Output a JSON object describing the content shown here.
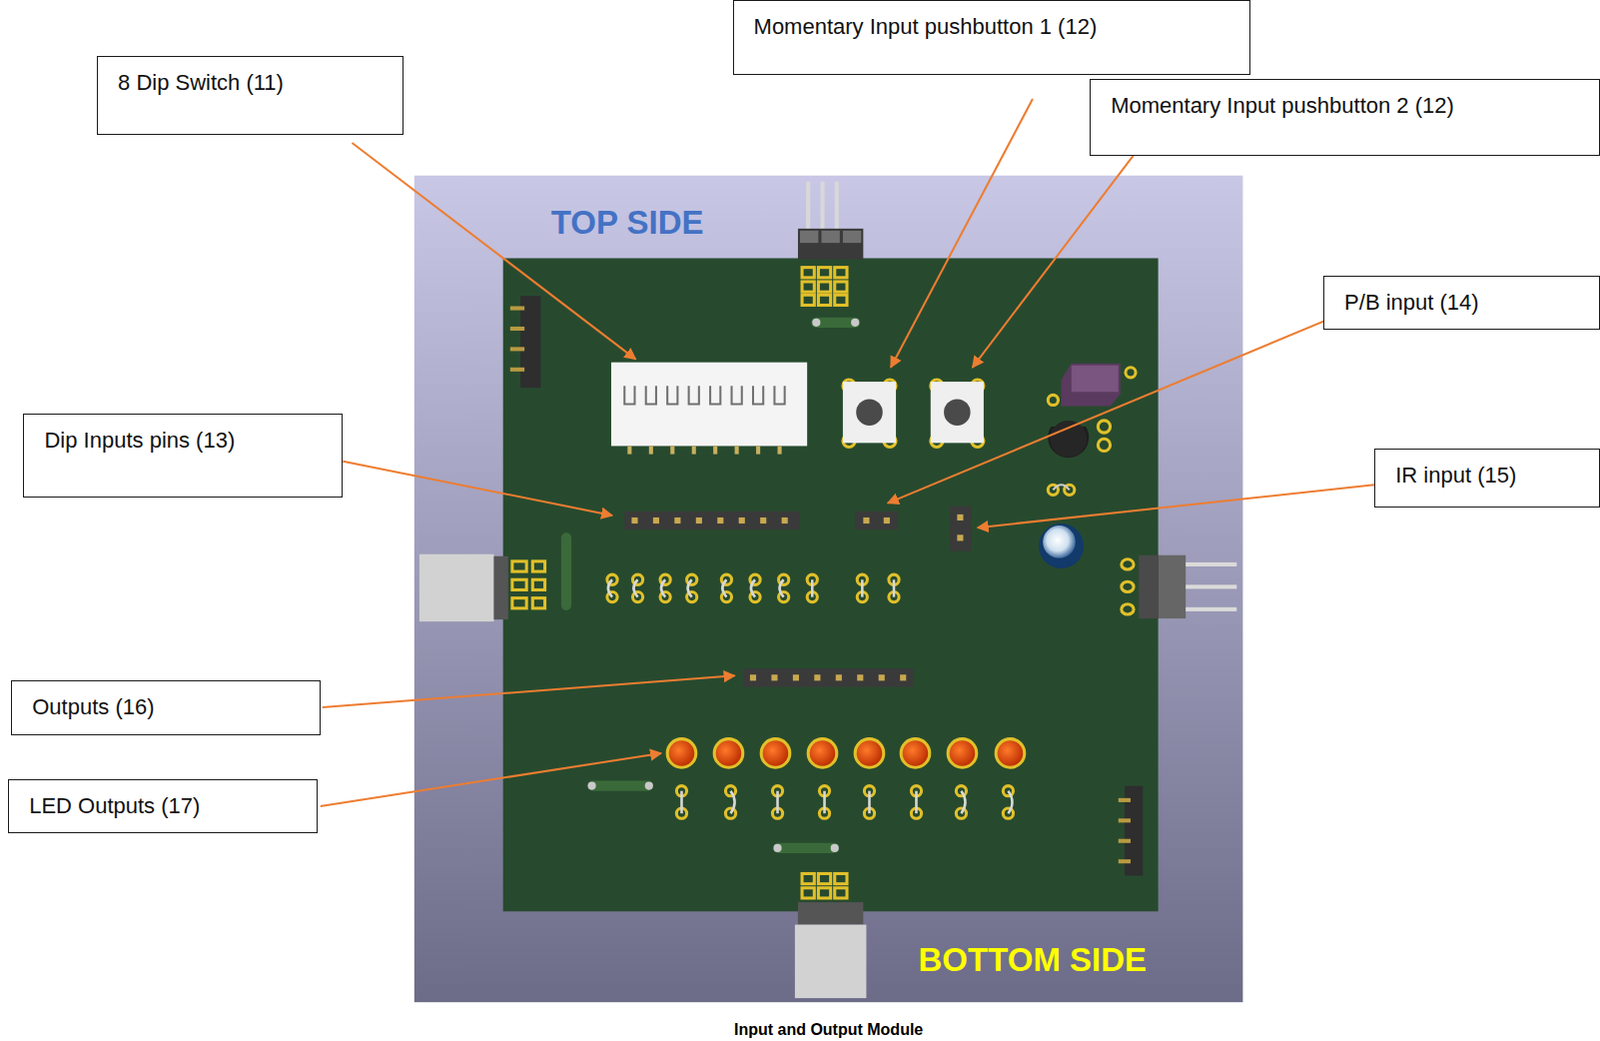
{
  "diagram": {
    "caption": "Input and Output Module",
    "nodes": [
      {
        "text": [
          "Momentary Input pushbutton 1 (12)"
        ]
      },
      {
        "text": [
          "8 Dip Switch (11)"
        ]
      },
      {
        "text": [
          "Momentary Input pushbutton 2 (12)"
        ]
      },
      {
        "text": [
          "P/B input (14)"
        ]
      },
      {
        "text": [
          "Dip Inputs pins (13)"
        ]
      },
      {
        "text": [
          "IR input (15)"
        ]
      },
      {
        "text": [
          "Outputs (16)"
        ]
      },
      {
        "text": [
          "LED Outputs (17)"
        ]
      }
    ],
    "labels": [
      "TOP SIDE",
      "BOTTOM SIDE"
    ]
  }
}
